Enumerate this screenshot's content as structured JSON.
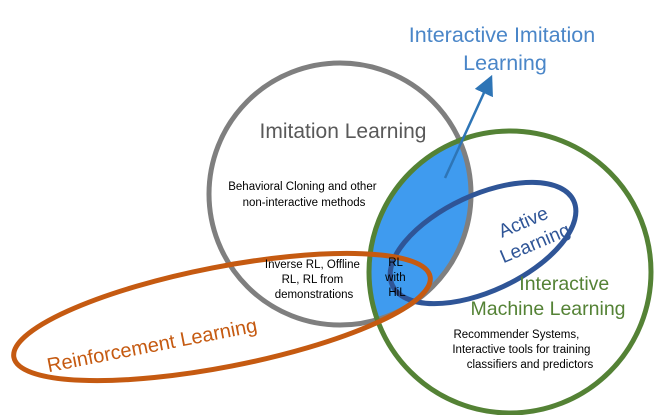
{
  "diagram": {
    "interactive_imitation_learning": {
      "line1": "Interactive Imitation",
      "line2": "Learning"
    },
    "imitation_learning": {
      "title": "Imitation Learning"
    },
    "behavioral_cloning": {
      "line1": "Behavioral Cloning and other",
      "line2": "non-interactive methods"
    },
    "inverse_rl": {
      "line1": "Inverse RL, Offline",
      "line2": "RL, RL from",
      "line3": "demonstrations"
    },
    "rl_hil": {
      "line1": "RL",
      "line2": "with",
      "line3": "HiL"
    },
    "active_learning": {
      "line1": "Active",
      "line2": "Learning"
    },
    "interactive_ml": {
      "line1": "Interactive",
      "line2": "Machine Learning"
    },
    "recommender": {
      "line1": "Recommender Systems,",
      "line2": "Interactive tools for training",
      "line3": "classifiers and predictors"
    },
    "reinforcement_learning": {
      "title": "Reinforcement Learning"
    }
  },
  "colors": {
    "imitation": "#7f7f7f",
    "interactive_ml": "#548235",
    "active": "#2f5597",
    "reinforcement": "#c55a11",
    "overlap_fill": "#3f9bef",
    "blue_text": "#4a86c8",
    "green_text": "#548235",
    "orange_text": "#c55a11",
    "gray_text": "#595959"
  }
}
